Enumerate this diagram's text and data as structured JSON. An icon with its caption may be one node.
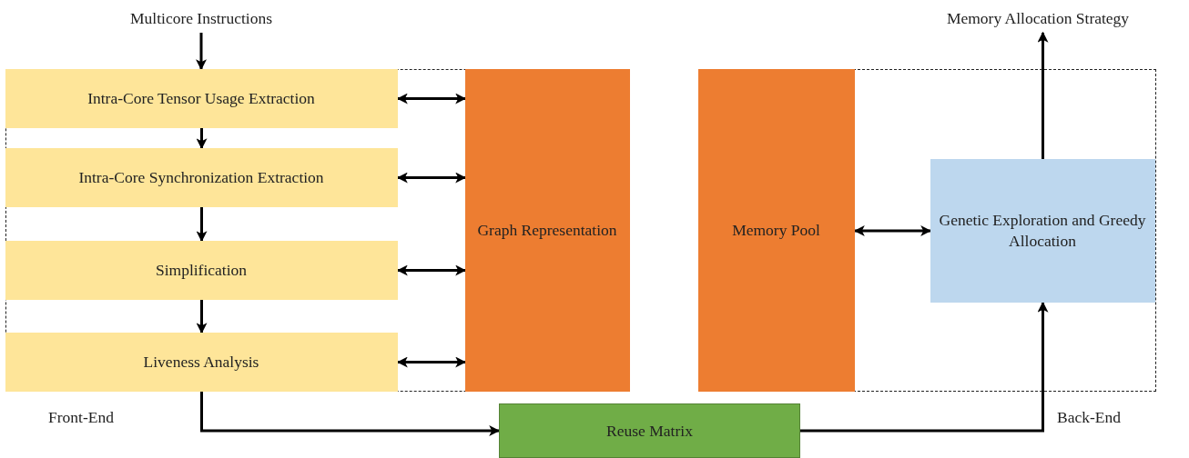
{
  "diagram": {
    "nodes": [
      {
        "text": [
          "Front-End"
        ]
      },
      {
        "text": [
          "Intra-Core Tensor Usage Extraction"
        ],
        "in": 0
      },
      {
        "text": [
          "Intra-Core Synchronization Extraction"
        ],
        "in": 0
      },
      {
        "text": [
          "Simplification"
        ],
        "in": 0
      },
      {
        "text": [
          "Liveness Analysis"
        ],
        "in": 0
      },
      {
        "text": [
          "Graph Representation"
        ],
        "in": 0
      },
      {
        "text": [
          "Back-End"
        ]
      },
      {
        "text": [
          "Memory Pool"
        ],
        "in": 6
      },
      {
        "text": [
          "Genetic Exploration and Greedy Allocation"
        ],
        "in": 6
      },
      {
        "text": [
          "Reuse Matrix"
        ]
      },
      {
        "text": [
          "Multicore Instructions"
        ]
      },
      {
        "text": [
          "Memory Allocation Strategy"
        ]
      }
    ],
    "edges": [
      {
        "from": 10,
        "to": 1,
        "arrow": "to"
      },
      {
        "from": 1,
        "to": 2,
        "arrow": "to"
      },
      {
        "from": 2,
        "to": 3,
        "arrow": "to"
      },
      {
        "from": 3,
        "to": 4,
        "arrow": "to"
      },
      {
        "from": 1,
        "to": 5,
        "arrow": "both"
      },
      {
        "from": 2,
        "to": 5,
        "arrow": "both"
      },
      {
        "from": 3,
        "to": 5,
        "arrow": "both"
      },
      {
        "from": 4,
        "to": 5,
        "arrow": "both"
      },
      {
        "from": 4,
        "to": 9,
        "arrow": "to"
      },
      {
        "from": 9,
        "to": 8,
        "arrow": "to"
      },
      {
        "from": 7,
        "to": 8,
        "arrow": "both"
      },
      {
        "from": 8,
        "to": 11,
        "arrow": "to"
      }
    ]
  }
}
